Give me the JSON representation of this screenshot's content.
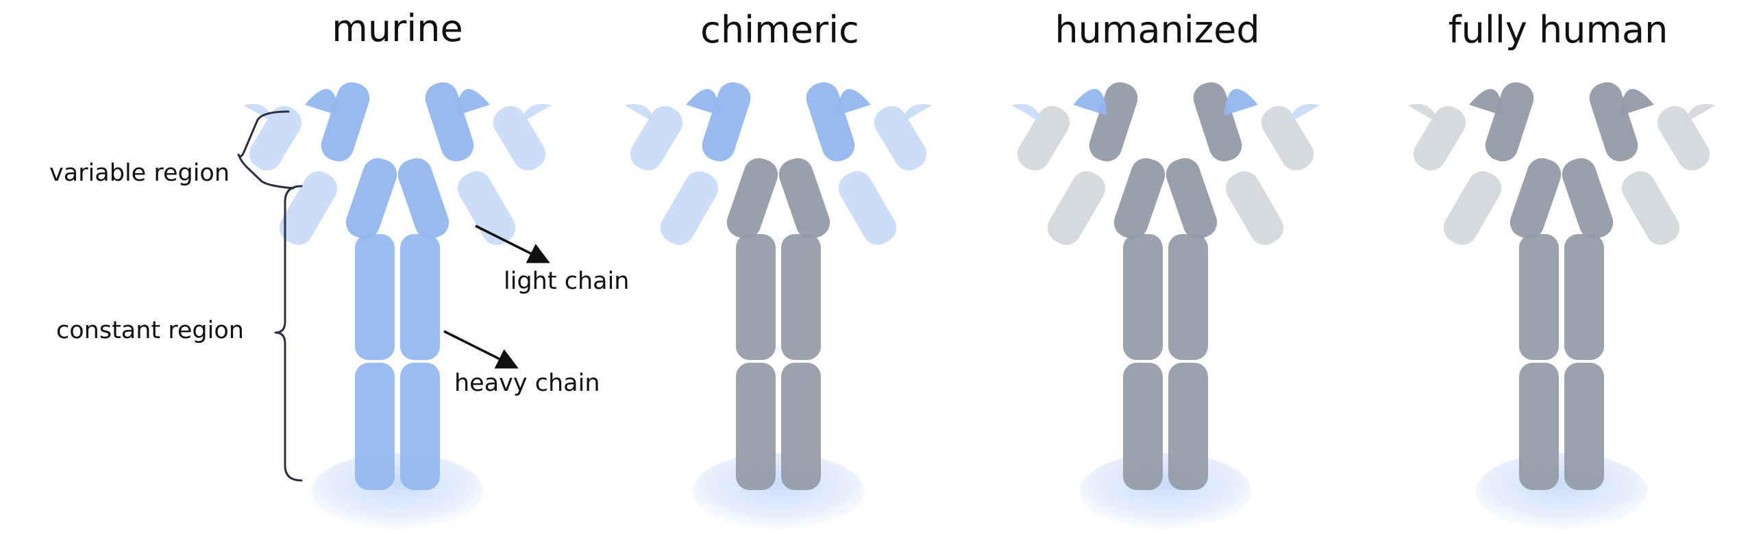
{
  "panels": [
    {
      "title": "murine",
      "variable": "mouse",
      "constant": "mouse",
      "light": "mouse",
      "cdr": "mouse"
    },
    {
      "title": "chimeric",
      "variable": "mouse",
      "constant": "human",
      "light": "mouse",
      "cdr": "mouse"
    },
    {
      "title": "humanized",
      "variable": "human",
      "constant": "human",
      "light": "human",
      "cdr": "mouse"
    },
    {
      "title": "fully human",
      "variable": "human",
      "constant": "human",
      "light": "human",
      "cdr": "human"
    }
  ],
  "labels": {
    "variable_region": "variable region",
    "constant_region": "constant region",
    "light_chain": "light chain",
    "heavy_chain": "heavy chain"
  },
  "colors": {
    "mouse_heavy": "#93b6ee",
    "mouse_light": "#c9dcf7",
    "human_heavy": "#949aa6",
    "human_light": "#d4d7dc",
    "shadow": "#d6e4fb",
    "text": "#111111"
  }
}
